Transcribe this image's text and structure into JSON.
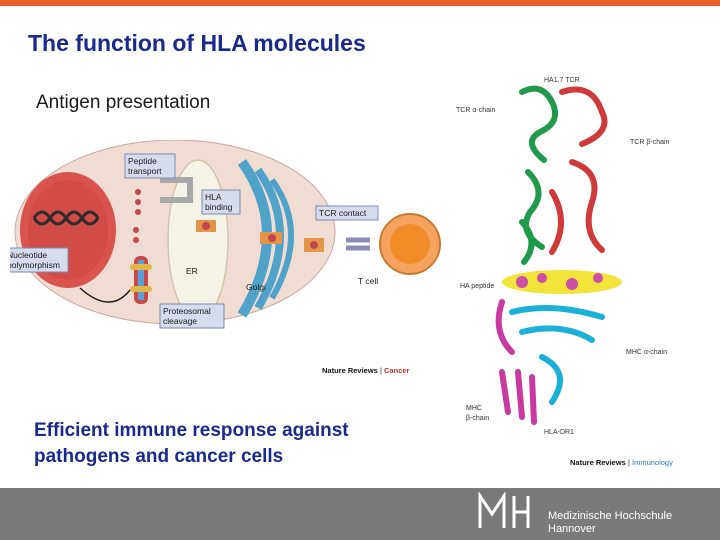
{
  "slide": {
    "title": "The function of HLA molecules",
    "subtitle": "Antigen presentation",
    "bottom_lines": [
      "Efficient immune response against",
      "pathogens and cancer cells"
    ]
  },
  "figure1": {
    "labels": {
      "peptide_transport": [
        "Peptide",
        "transport"
      ],
      "hla_binding": [
        "HLA",
        "binding"
      ],
      "tcr_contact": "TCR contact",
      "nucleotide_polymorphism": [
        "Nucleotide",
        "polymorphism"
      ],
      "er": "ER",
      "golgi": "Golgi",
      "tcell": "T cell",
      "proteosomal_cleavage": [
        "Proteosomal",
        "cleavage"
      ]
    },
    "credit_main": "Nature Reviews",
    "credit_sep": " | ",
    "credit_journal": "Cancer"
  },
  "figure2": {
    "labels": {
      "top": "HA1.7 TCR",
      "tcr_alpha": "TCR α-chain",
      "tcr_beta": "TCR β-chain",
      "ha_peptide": "HA peptide",
      "mhc_alpha": "MHC α-chain",
      "mhc_beta_1": "MHC",
      "mhc_beta_2": "β-chain",
      "hla_dr1": "HLA-DR1"
    },
    "credit_main": "Nature Reviews",
    "credit_sep": " | ",
    "credit_journal": "Immunology"
  },
  "footer": {
    "logo_line1": "Medizinische Hochschule",
    "logo_line2": "Hannover"
  },
  "colors": {
    "accent_bar": "#e8602c",
    "title": "#1a2a8c",
    "footer": "#7a7a7a"
  }
}
